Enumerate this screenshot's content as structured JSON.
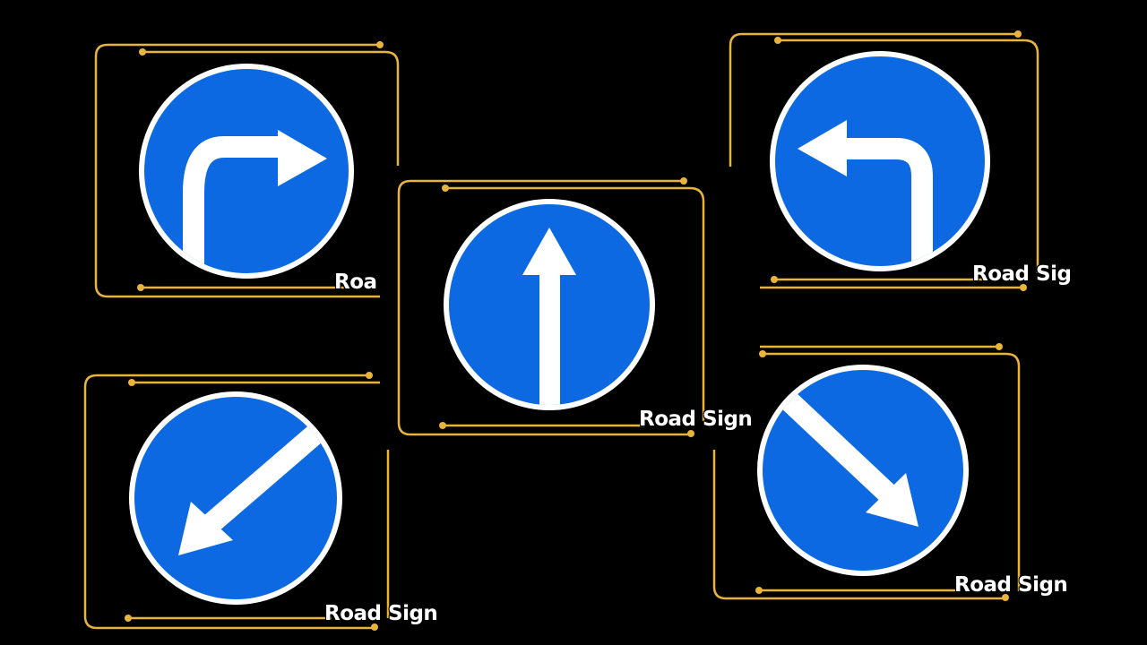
{
  "colors": {
    "background": "#000000",
    "frame_gold": "#E8B53A",
    "sign_blue": "#0D69E1",
    "sign_white": "#FFFFFF"
  },
  "signs": [
    {
      "id": "turn-right",
      "label": "Roa",
      "arrow": "turn-right-arrow"
    },
    {
      "id": "straight-ahead",
      "label": "Road Sign",
      "arrow": "up-arrow"
    },
    {
      "id": "turn-left",
      "label": "Road Sig",
      "arrow": "turn-left-arrow"
    },
    {
      "id": "keep-left",
      "label": "Road Sign",
      "arrow": "down-left-arrow"
    },
    {
      "id": "keep-right",
      "label": "Road Sign",
      "arrow": "down-right-arrow"
    }
  ]
}
